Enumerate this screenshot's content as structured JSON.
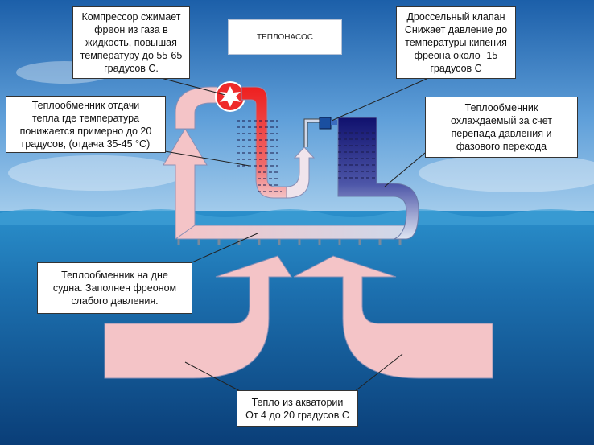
{
  "title": "ТЕПЛОНАСОС",
  "callouts": {
    "compressor": [
      "Компрессор сжимает",
      "фреон из газа в",
      "жидкость, повышая",
      "температуру до 55-65",
      "градусов С."
    ],
    "throttle": [
      "Дроссельный клапан",
      "Снижает давление до",
      "температуры кипения",
      "фреона около -15",
      "градусов С"
    ],
    "hot_exchanger": [
      "Теплообменник отдачи",
      "тепла где температура",
      "понижается примерно до 20",
      "градусов, (отдача 35-45 °С)"
    ],
    "cold_exchanger": [
      "Теплообменник",
      "охлаждаемый за счет",
      "перепада давления и",
      "фазового перехода"
    ],
    "bottom_exchanger": [
      "Теплообменник на дне",
      "судна. Заполнен фреоном",
      "слабого давления."
    ],
    "water_heat": [
      "Тепло из акватории",
      "От 4 до 20 градусов С"
    ]
  },
  "colors": {
    "sky_top": "#1c5fa9",
    "sky_bottom": "#8fc1e9",
    "sea": "#1f7fb9",
    "sea_deep": "#0a3e78",
    "pipe_warm": "#f4c4c7",
    "pipe_hot": "#ee1f1f",
    "pipe_cold": "#cfd8ea",
    "tank_dark": "#10116e"
  },
  "icons": {
    "compressor": "star-burst-icon"
  }
}
